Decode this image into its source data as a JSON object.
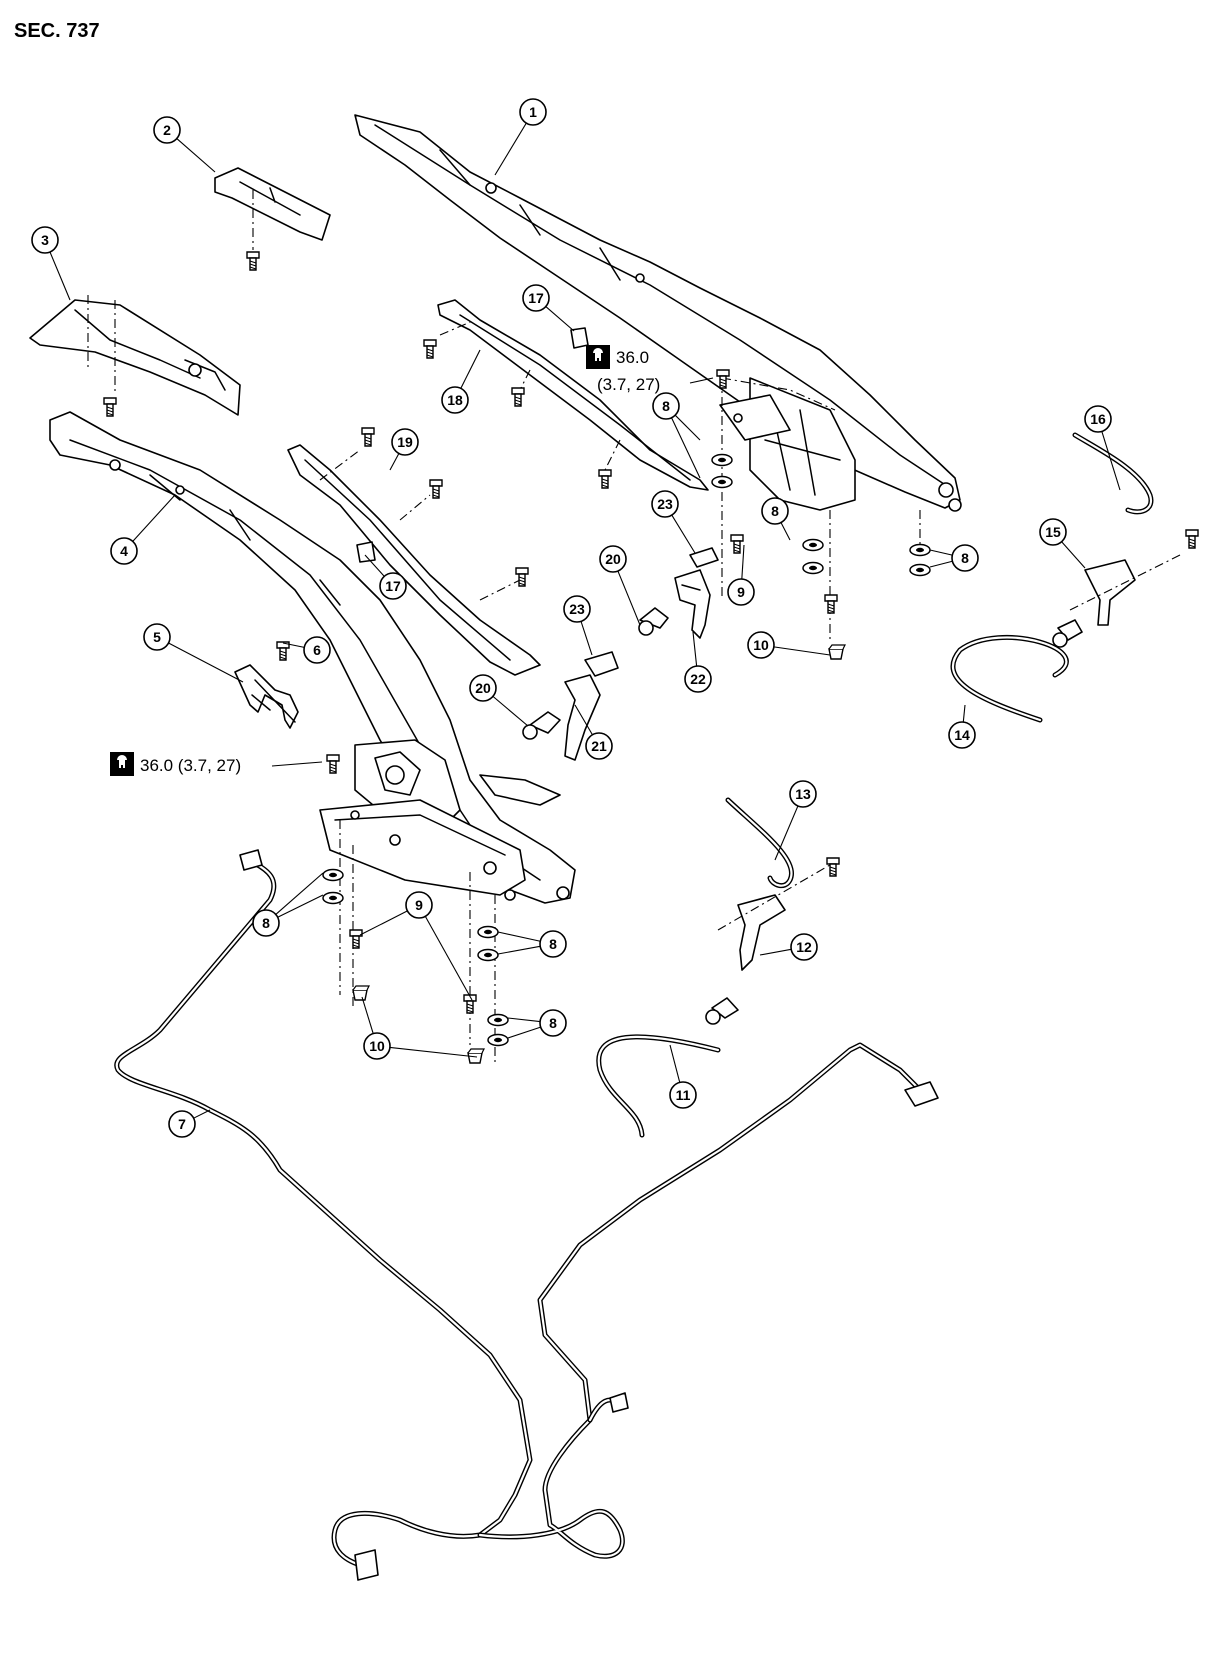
{
  "section_label": "SEC. 737",
  "torque_specs": [
    {
      "value": "36.0",
      "sub": "(3.7, 27)"
    },
    {
      "value": "36.0 (3.7, 27)"
    }
  ],
  "callouts": [
    "1",
    "2",
    "3",
    "4",
    "5",
    "6",
    "7",
    "8",
    "9",
    "10",
    "11",
    "12",
    "13",
    "14",
    "15",
    "16",
    "17",
    "18",
    "19",
    "20",
    "21",
    "22",
    "23"
  ],
  "icons": [
    "torque-wrench-icon"
  ]
}
